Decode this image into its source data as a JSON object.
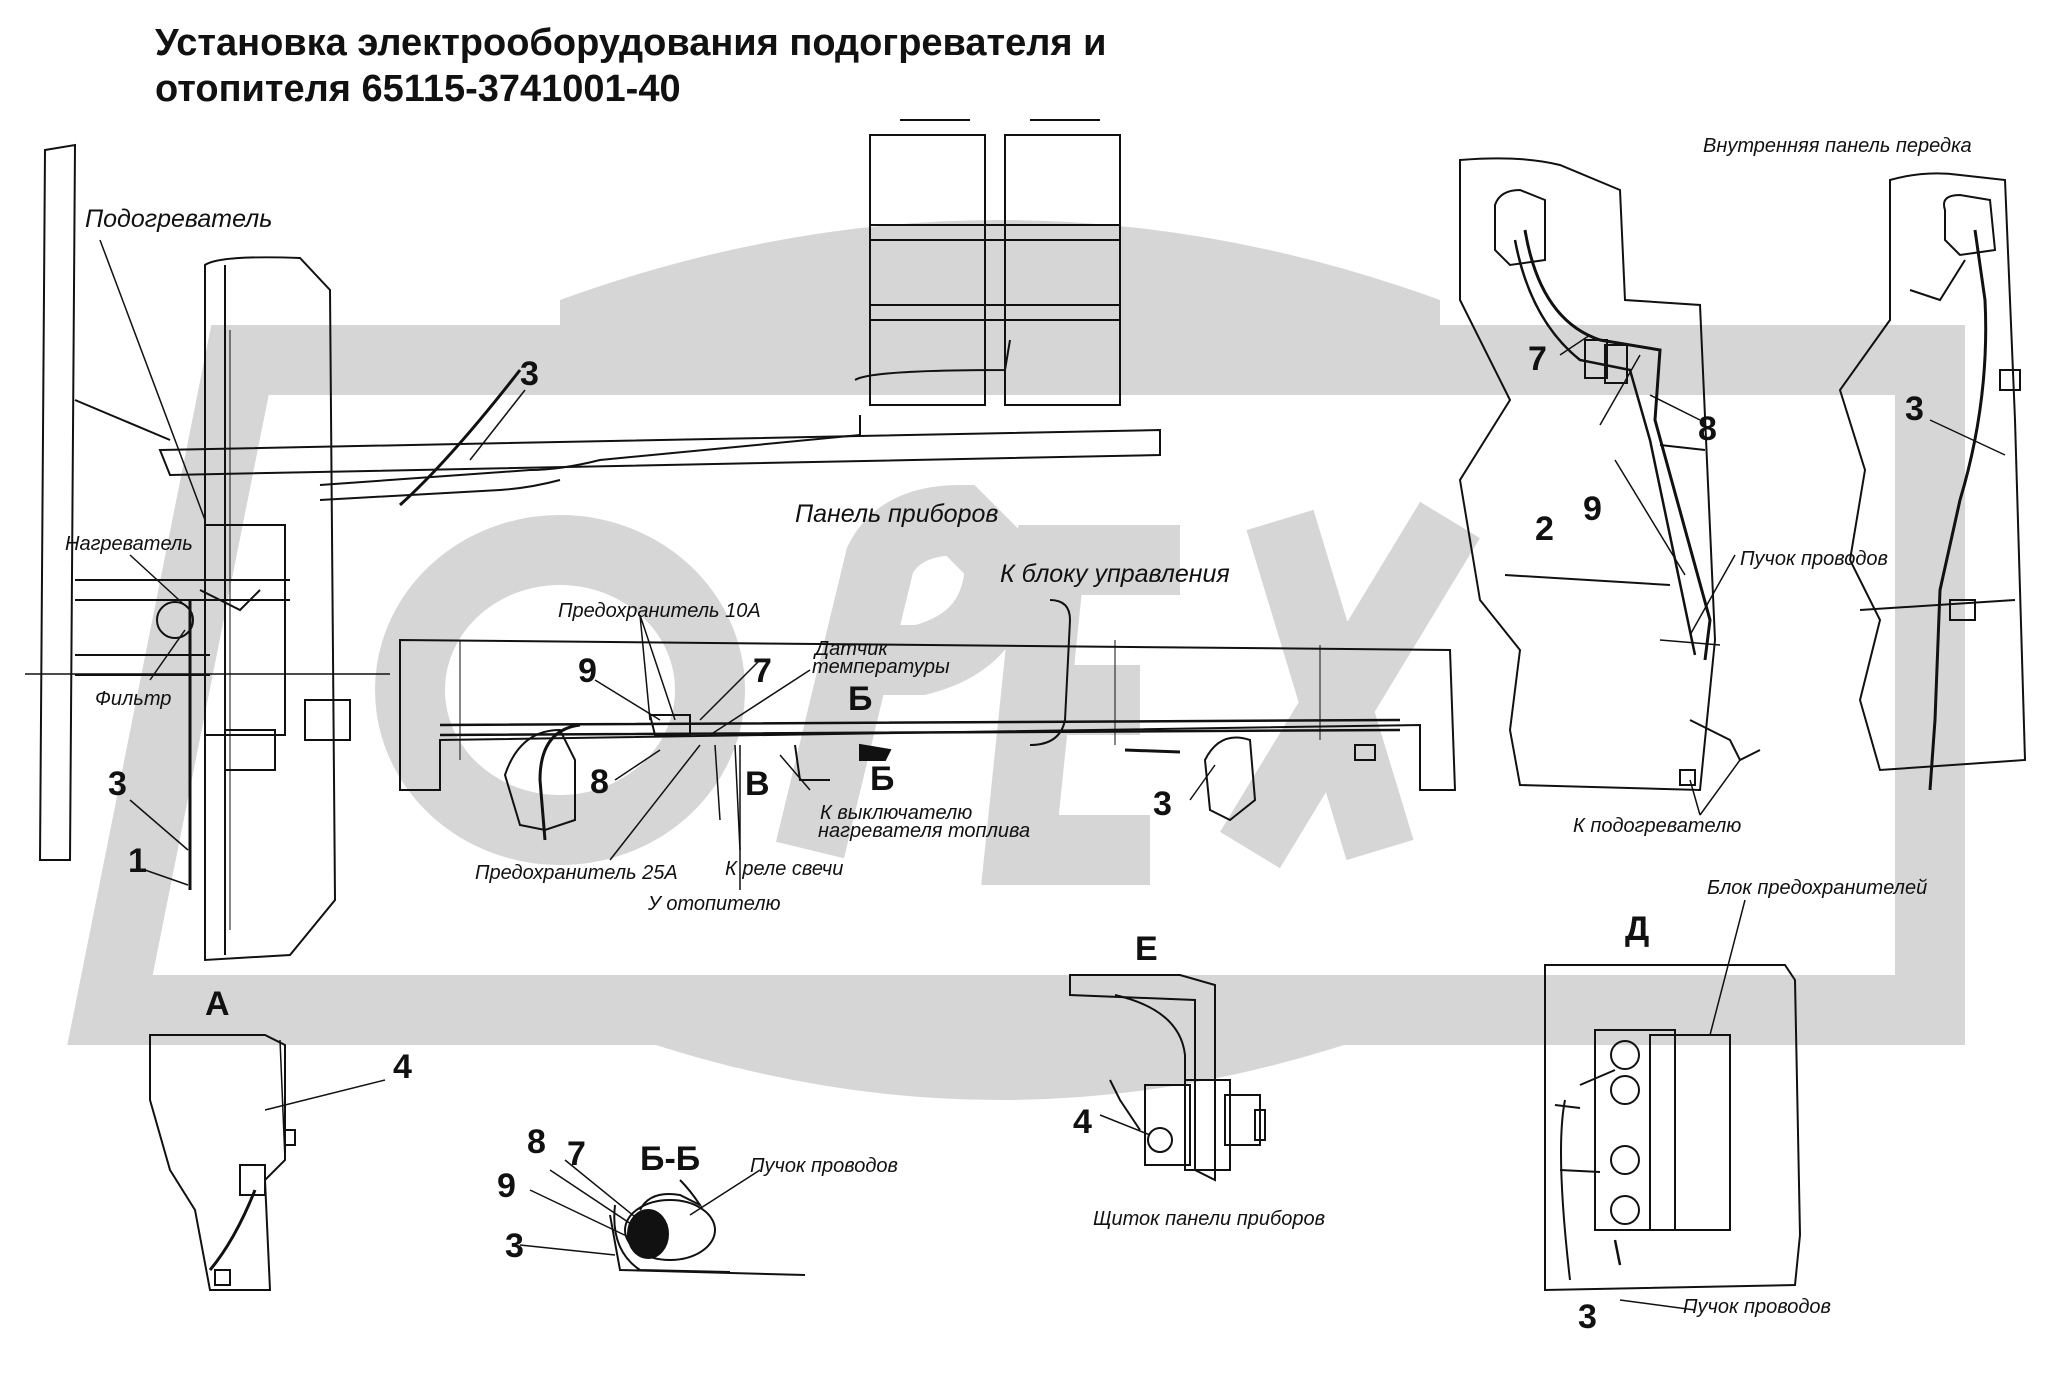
{
  "title": {
    "line1": "Установка электрооборудования подогревателя и",
    "line2": "отопителя 65115-3741001-40"
  },
  "labels": {
    "heater": "Подогреватель",
    "instrument_panel": "Панель приборов",
    "to_control_unit": "К блоку управления",
    "inner_front_panel": "Внутренняя панель передка",
    "heating_element": "Нагреватель",
    "filter": "Фильтр",
    "fuse_10a": "Предохранитель 10А",
    "temp_sensor_1": "Датчик",
    "temp_sensor_2": "температуры",
    "fuel_heater_switch_1": "К выключателю",
    "fuel_heater_switch_2": "нагревателя топлива",
    "fuse_25a": "Предохранитель 25А",
    "to_plug_relay": "К реле свечи",
    "at_heater_unit": "У отопителю",
    "wire_bundle_right": "Пучок проводов",
    "to_preheater": "К подогревателю",
    "fuse_block": "Блок предохранителей",
    "wire_bundle_bb": "Пучок проводов",
    "instrument_shield": "Щиток панели приборов",
    "wire_bundle_d": "Пучок проводов"
  },
  "sections": {
    "a": "А",
    "b_top": "Б",
    "b_bottom": "Б",
    "v": "В",
    "bb": "Б-Б",
    "e": "Е",
    "d": "Д"
  },
  "callouts": {
    "n1": "1",
    "n2": "2",
    "n3": "3",
    "n4": "4",
    "n7": "7",
    "n8": "8",
    "n9": "9"
  },
  "colors": {
    "line": "#111111",
    "watermark": "#d4d4d4"
  }
}
